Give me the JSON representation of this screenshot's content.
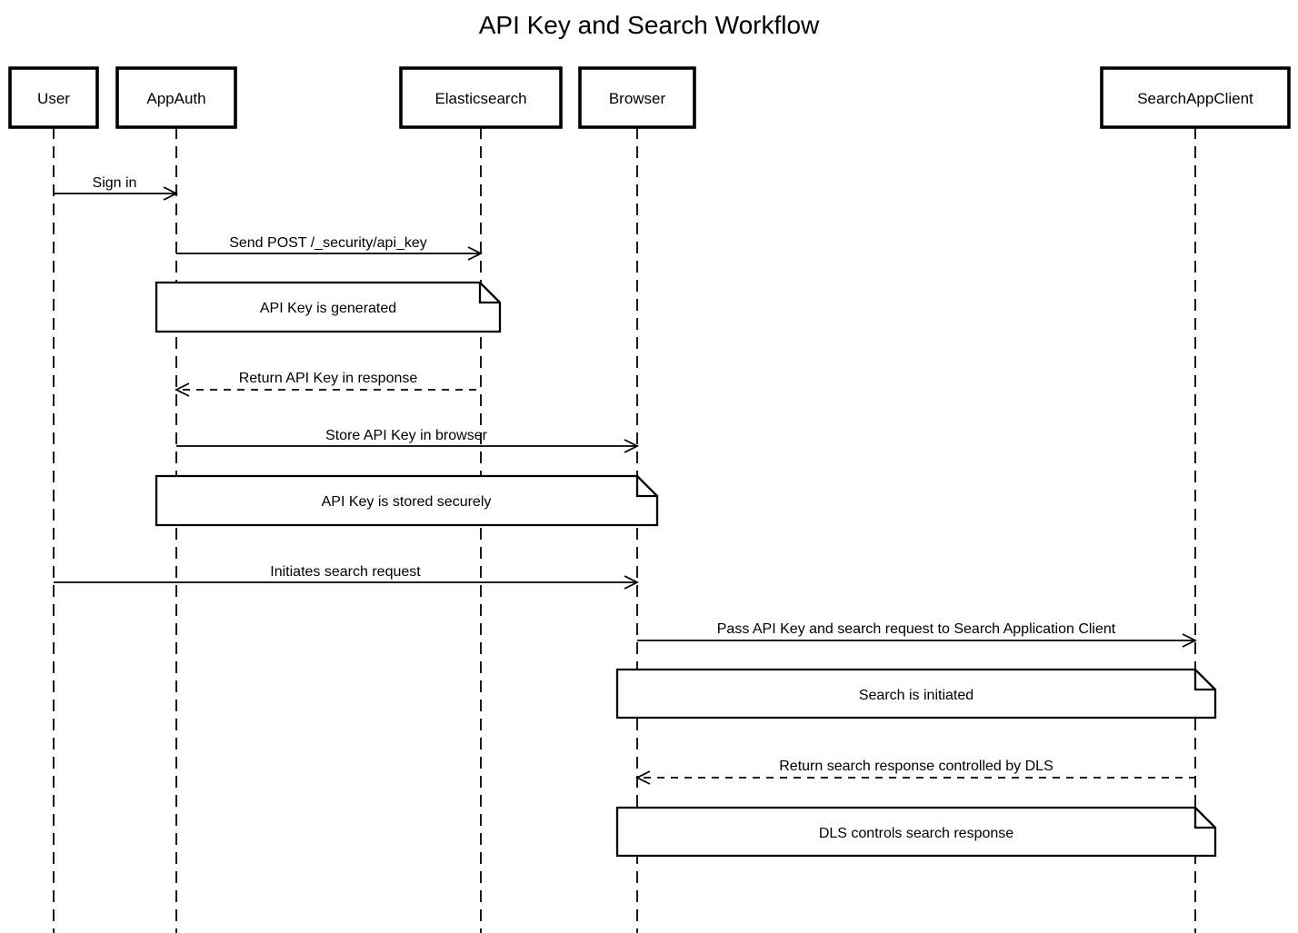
{
  "title": "API Key and Search Workflow",
  "actors": [
    {
      "id": "user",
      "label": "User"
    },
    {
      "id": "appauth",
      "label": "AppAuth"
    },
    {
      "id": "elasticsearch",
      "label": "Elasticsearch"
    },
    {
      "id": "browser",
      "label": "Browser"
    },
    {
      "id": "searchappclient",
      "label": "SearchAppClient"
    }
  ],
  "messages": [
    {
      "from": "User",
      "to": "AppAuth",
      "label": "Sign in",
      "style": "solid"
    },
    {
      "from": "AppAuth",
      "to": "Elasticsearch",
      "label": "Send POST /_security/api_key",
      "style": "solid"
    },
    {
      "from": "Elasticsearch",
      "to": "AppAuth",
      "label": "Return API Key in response",
      "style": "dashed"
    },
    {
      "from": "AppAuth",
      "to": "Browser",
      "label": "Store API Key in browser",
      "style": "solid"
    },
    {
      "from": "User",
      "to": "Browser",
      "label": "Initiates search request",
      "style": "solid"
    },
    {
      "from": "Browser",
      "to": "SearchAppClient",
      "label": "Pass API Key and search request to Search Application Client",
      "style": "solid"
    },
    {
      "from": "SearchAppClient",
      "to": "Browser",
      "label": "Return search response controlled by DLS",
      "style": "dashed"
    }
  ],
  "notes": [
    {
      "over": [
        "AppAuth",
        "Elasticsearch"
      ],
      "label": "API Key is generated"
    },
    {
      "over": [
        "AppAuth",
        "Browser"
      ],
      "label": "API Key is stored securely"
    },
    {
      "over": [
        "Browser",
        "SearchAppClient"
      ],
      "label": "Search is initiated"
    },
    {
      "over": [
        "Browser",
        "SearchAppClient"
      ],
      "label": "DLS controls search response"
    }
  ],
  "colors": {
    "stroke": "#000000",
    "fill": "#ffffff",
    "background": "#ffffff"
  }
}
